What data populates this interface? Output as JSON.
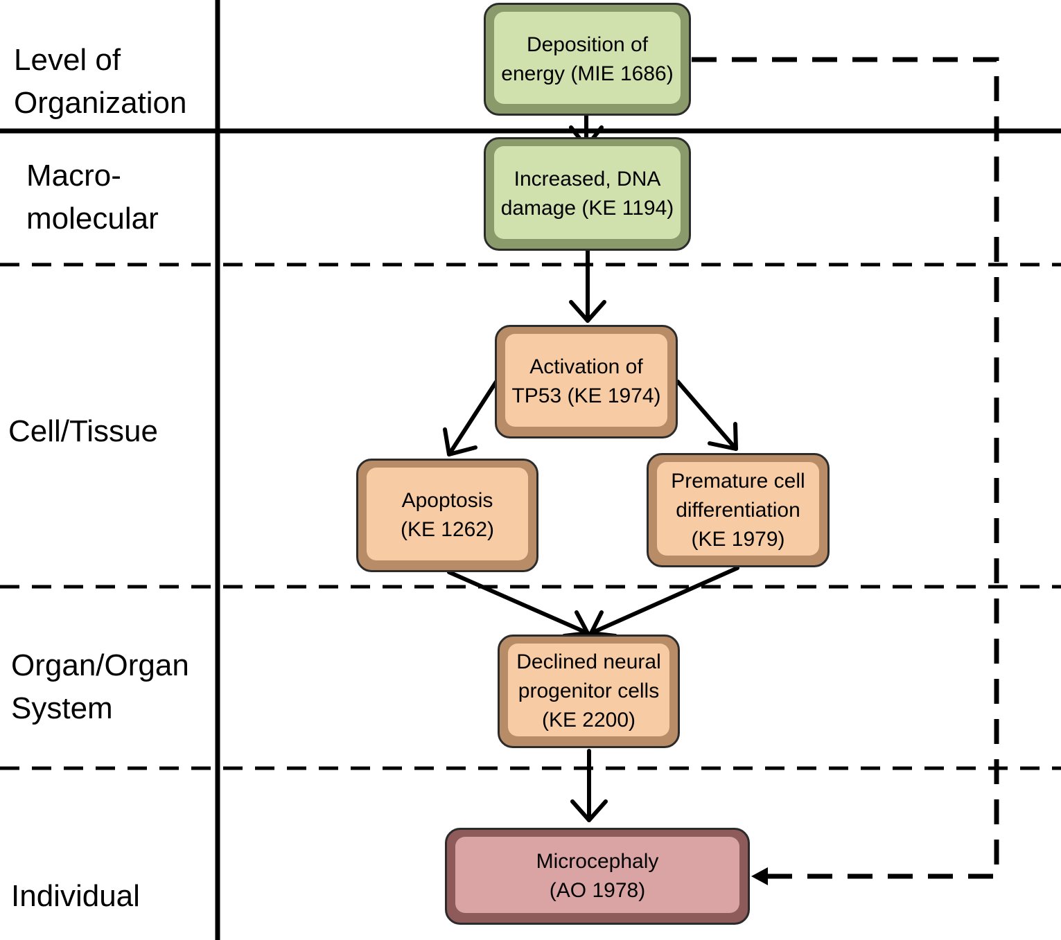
{
  "levels": {
    "header": "Level of\nOrganization",
    "macromolecular": "Macro-\nmolecular",
    "cell_tissue": "Cell/Tissue",
    "organ_system": "Organ/Organ\nSystem",
    "individual": "Individual"
  },
  "nodes": {
    "mie_1686": "Deposition of\nenergy (MIE 1686)",
    "ke_1194": "Increased, DNA\ndamage (KE 1194)",
    "ke_1974": "Activation of\nTP53 (KE 1974)",
    "ke_1262": "Apoptosis\n(KE 1262)",
    "ke_1979": "Premature cell\ndifferentiation\n(KE 1979)",
    "ke_2200": "Declined neural\nprogenitor cells\n(KE 2200)",
    "ao_1978": "Microcephaly\n(AO 1978)"
  },
  "colors": {
    "mie_ke_macromolecular": "#d0e1ae",
    "key_events": "#f7cca4",
    "adverse_outcome": "#dba4a4"
  }
}
